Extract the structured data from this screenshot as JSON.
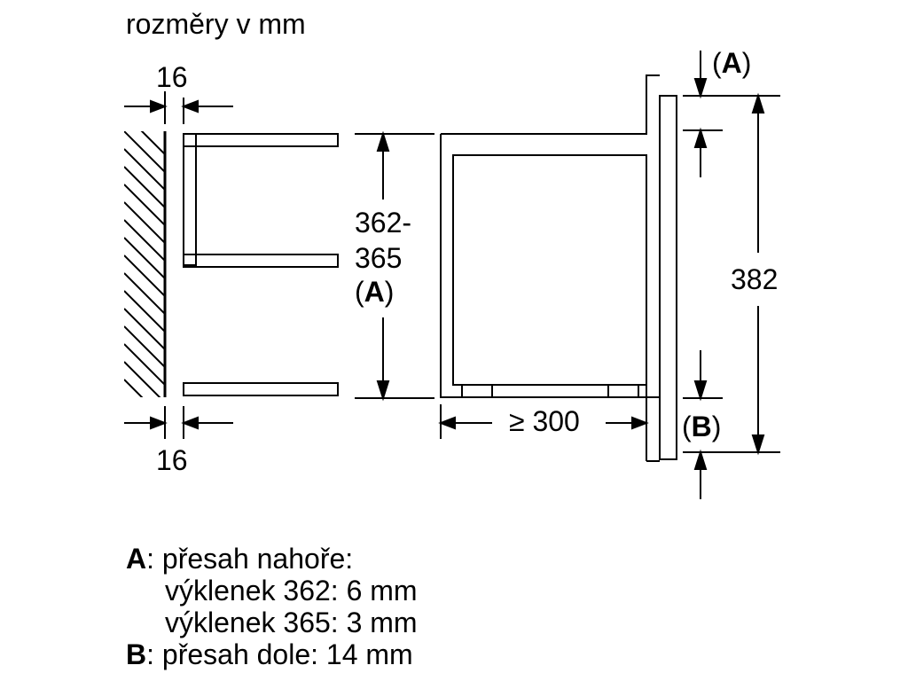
{
  "header": {
    "units": "rozměry v mm"
  },
  "dimensions": {
    "top_gap": "16",
    "bottom_gap": "16",
    "niche_height_line1": "362-",
    "niche_height_line2": "365",
    "niche_height_ref_letter": "A",
    "depth": "≥ 300",
    "total_height": "382",
    "ref_top_letter": "A",
    "ref_bottom_letter": "B"
  },
  "legend": {
    "a_letter": "A",
    "a_text": ": přesah nahoře:",
    "a_line2": "výklenek 362: 6 mm",
    "a_line3": "výklenek 365: 3 mm",
    "b_letter": "B",
    "b_text": ": přesah dole: 14 mm"
  }
}
